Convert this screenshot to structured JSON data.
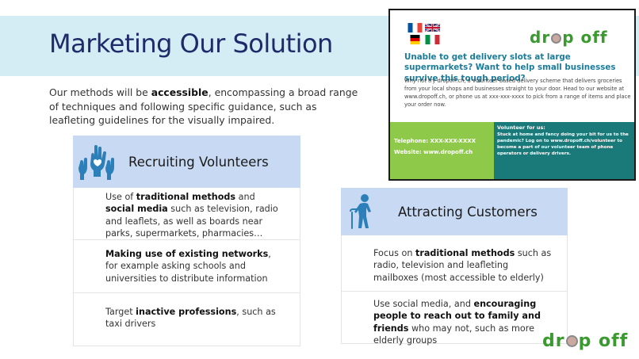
{
  "slide": {
    "title": "Marketing Our Solution",
    "intro": {
      "p1": "Our methods will be ",
      "b1": "accessible",
      "p2": ", encompassing a broad range of techniques and following specific guidance, such as leafleting guidelines for the visually impaired."
    }
  },
  "left_column": {
    "header": "Recruiting Volunteers",
    "icon": "raised-hands-icon",
    "items": [
      {
        "t1": "Use of ",
        "b1": "traditional methods",
        "t2": " and ",
        "b2": "social media",
        "t3": " such as television, radio and leaflets, as well as boards near parks, supermarkets, pharmacies…"
      },
      {
        "b1": "Making use of existing networks",
        "t1": ", for example asking schools and universities to distribute information"
      },
      {
        "t1": "Target ",
        "b1": "inactive professions",
        "t2": ", such as taxi drivers"
      }
    ]
  },
  "right_column": {
    "header": "Attracting Customers",
    "icon": "elderly-person-icon",
    "items": [
      {
        "t1": "Focus on ",
        "b1": "traditional methods",
        "t2": " such as radio, television and leafleting mailboxes (most accessible to elderly)"
      },
      {
        "t1": "Use social media, and ",
        "b1": "encouraging people to reach out to family and friends",
        "t2": " who may not, such as more elderly groups"
      }
    ]
  },
  "flyer": {
    "logo_a": "dr",
    "logo_b": "p",
    "logo_c": "off",
    "headline": "Unable to get delivery slots at large supermarkets? Want to help small businesses survive this tough period?",
    "body": "Why not try dropoff.ch, a volunteer-based delivery scheme that delivers groceries from your local shops and businesses straight to your door. Head to our website at www.dropoff.ch, or phone us at xxx-xxx-xxxx to pick from a range of items and place your order now.",
    "telephone": "Telephone: XXX-XXX-XXXX",
    "website": "Website: www.dropoff.ch",
    "volunteer_title": "Volunteer for us:",
    "volunteer_body": "Stuck at home and fancy doing your bit for us to the pandemic? Log on to www.dropoff.ch/volunteer to become a part of our volunteer team of phone operators or delivery drivers.",
    "flags": [
      "french-flag-icon",
      "uk-flag-icon",
      "german-flag-icon",
      "italian-flag-icon"
    ]
  },
  "corner_logo": {
    "a": "dr",
    "b": "p",
    "c": "off"
  },
  "colors": {
    "title": "#1f2a6b",
    "band": "#d4ecf3",
    "header_bg": "#c8daf3",
    "icon": "#2c7fb8",
    "logo_green": "#3a9a2f",
    "flyer_green": "#8fc94a",
    "flyer_teal": "#1a7a7a",
    "flyer_headline": "#1a7c9a"
  }
}
